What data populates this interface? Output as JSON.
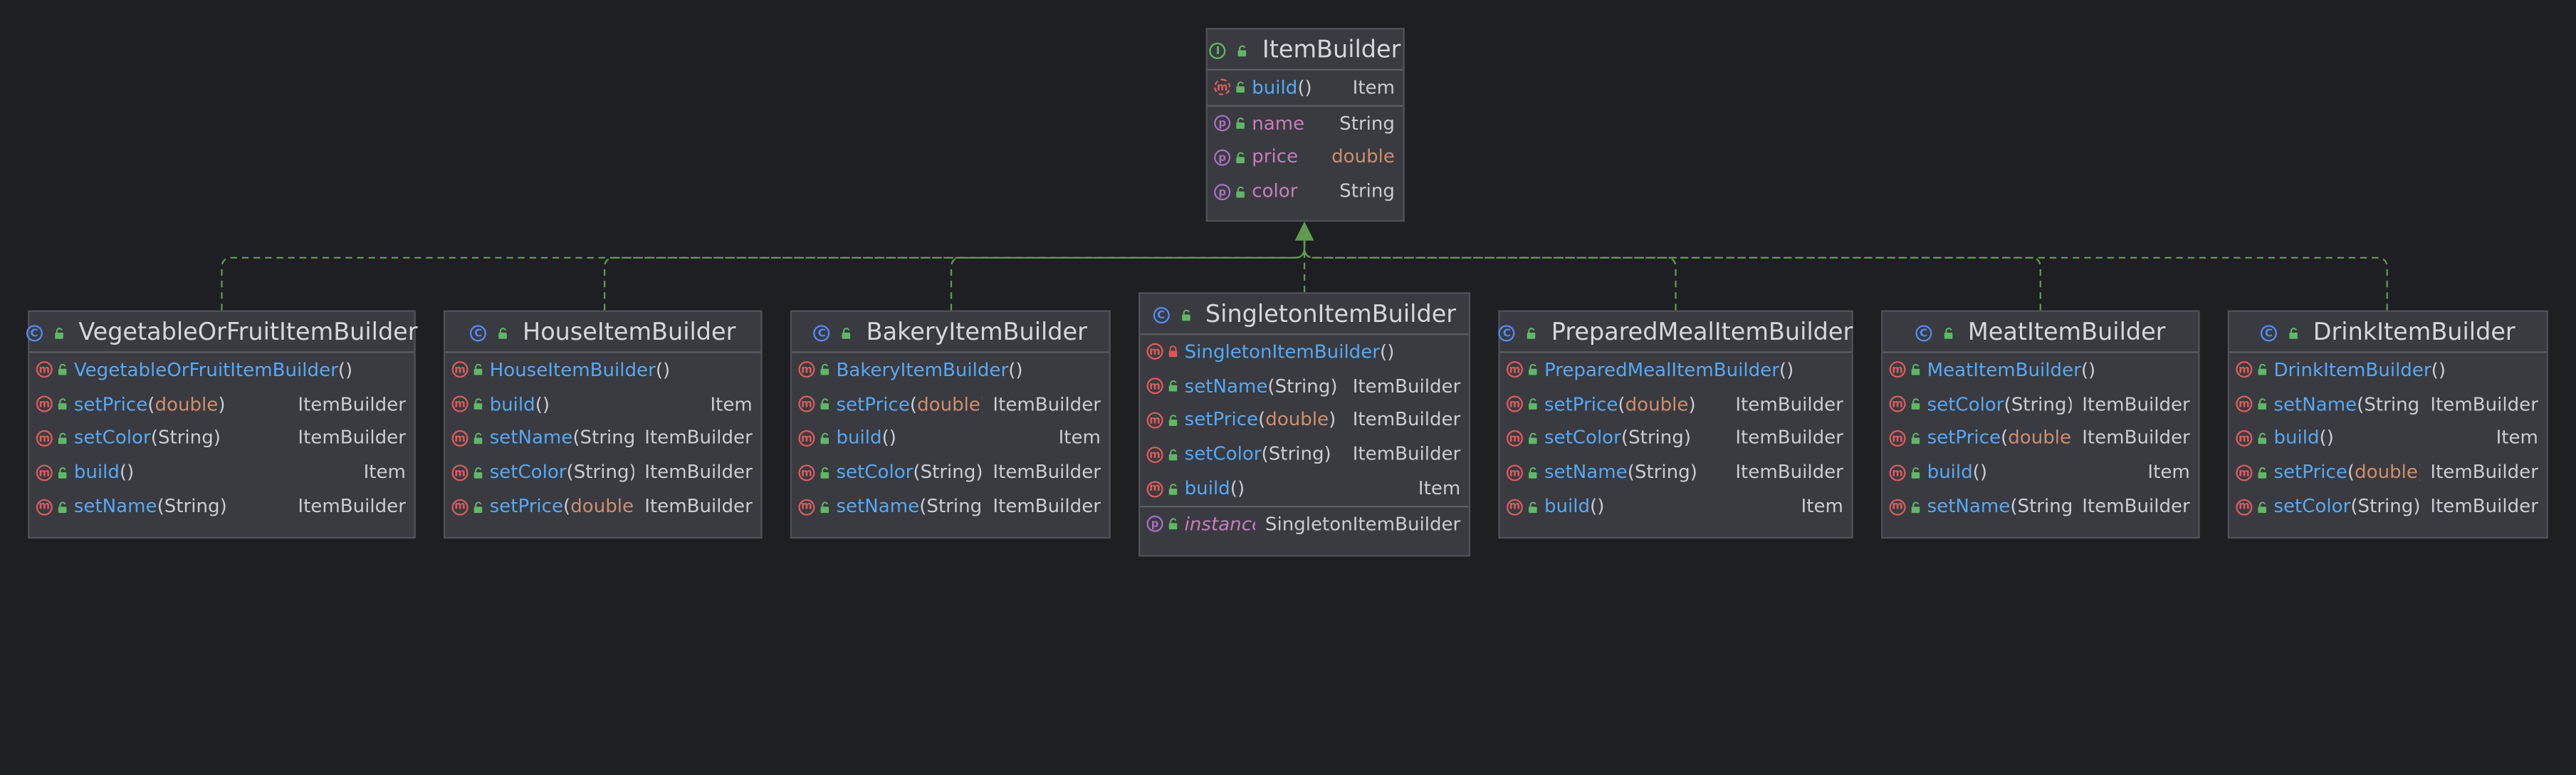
{
  "diagram": {
    "interface": {
      "name": "ItemBuilder",
      "kind_icon": "interface-icon",
      "methods": [
        {
          "name": "build",
          "params": [],
          "returns": "Item",
          "icon": "abstract-method-icon",
          "visibility": "public-icon"
        }
      ],
      "properties": [
        {
          "name": "name",
          "type": "String",
          "icon": "property-icon",
          "visibility": "public-icon"
        },
        {
          "name": "price",
          "type": "double",
          "icon": "property-icon",
          "visibility": "public-icon"
        },
        {
          "name": "color",
          "type": "String",
          "icon": "property-icon",
          "visibility": "public-icon"
        }
      ]
    },
    "implementations": [
      {
        "name": "VegetableOrFruitItemBuilder",
        "kind_icon": "class-icon",
        "members": [
          {
            "name": "VegetableOrFruitItemBuilder",
            "params": [],
            "returns": ""
          },
          {
            "name": "setPrice",
            "params": [
              "double"
            ],
            "returns": "ItemBuilder"
          },
          {
            "name": "setColor",
            "params": [
              "String"
            ],
            "returns": "ItemBuilder"
          },
          {
            "name": "build",
            "params": [],
            "returns": "Item"
          },
          {
            "name": "setName",
            "params": [
              "String"
            ],
            "returns": "ItemBuilder"
          }
        ]
      },
      {
        "name": "HouseItemBuilder",
        "kind_icon": "class-icon",
        "members": [
          {
            "name": "HouseItemBuilder",
            "params": [],
            "returns": ""
          },
          {
            "name": "build",
            "params": [],
            "returns": "Item"
          },
          {
            "name": "setName",
            "params": [
              "String"
            ],
            "returns": "ItemBuilder"
          },
          {
            "name": "setColor",
            "params": [
              "String"
            ],
            "returns": "ItemBuilder"
          },
          {
            "name": "setPrice",
            "params": [
              "double"
            ],
            "returns": "ItemBuilder"
          }
        ]
      },
      {
        "name": "BakeryItemBuilder",
        "kind_icon": "class-icon",
        "members": [
          {
            "name": "BakeryItemBuilder",
            "params": [],
            "returns": ""
          },
          {
            "name": "setPrice",
            "params": [
              "double"
            ],
            "returns": "ItemBuilder"
          },
          {
            "name": "build",
            "params": [],
            "returns": "Item"
          },
          {
            "name": "setColor",
            "params": [
              "String"
            ],
            "returns": "ItemBuilder"
          },
          {
            "name": "setName",
            "params": [
              "String"
            ],
            "returns": "ItemBuilder"
          }
        ]
      },
      {
        "name": "SingletonItemBuilder",
        "kind_icon": "class-icon",
        "members": [
          {
            "name": "SingletonItemBuilder",
            "params": [],
            "returns": "",
            "visibility": "private-lock-icon"
          },
          {
            "name": "setName",
            "params": [
              "String"
            ],
            "returns": "ItemBuilder"
          },
          {
            "name": "setPrice",
            "params": [
              "double"
            ],
            "returns": "ItemBuilder"
          },
          {
            "name": "setColor",
            "params": [
              "String"
            ],
            "returns": "ItemBuilder"
          },
          {
            "name": "build",
            "params": [],
            "returns": "Item"
          }
        ],
        "properties": [
          {
            "name": "instance",
            "type": "SingletonItemBuilder",
            "static": true
          }
        ]
      },
      {
        "name": "PreparedMealItemBuilder",
        "kind_icon": "class-icon",
        "members": [
          {
            "name": "PreparedMealItemBuilder",
            "params": [],
            "returns": ""
          },
          {
            "name": "setPrice",
            "params": [
              "double"
            ],
            "returns": "ItemBuilder"
          },
          {
            "name": "setColor",
            "params": [
              "String"
            ],
            "returns": "ItemBuilder"
          },
          {
            "name": "setName",
            "params": [
              "String"
            ],
            "returns": "ItemBuilder"
          },
          {
            "name": "build",
            "params": [],
            "returns": "Item"
          }
        ]
      },
      {
        "name": "MeatItemBuilder",
        "kind_icon": "class-icon",
        "members": [
          {
            "name": "MeatItemBuilder",
            "params": [],
            "returns": ""
          },
          {
            "name": "setColor",
            "params": [
              "String"
            ],
            "returns": "ItemBuilder"
          },
          {
            "name": "setPrice",
            "params": [
              "double"
            ],
            "returns": "ItemBuilder"
          },
          {
            "name": "build",
            "params": [],
            "returns": "Item"
          },
          {
            "name": "setName",
            "params": [
              "String"
            ],
            "returns": "ItemBuilder"
          }
        ]
      },
      {
        "name": "DrinkItemBuilder",
        "kind_icon": "class-icon",
        "members": [
          {
            "name": "DrinkItemBuilder",
            "params": [],
            "returns": ""
          },
          {
            "name": "setName",
            "params": [
              "String"
            ],
            "returns": "ItemBuilder"
          },
          {
            "name": "build",
            "params": [],
            "returns": "Item"
          },
          {
            "name": "setPrice",
            "params": [
              "double"
            ],
            "returns": "ItemBuilder"
          },
          {
            "name": "setColor",
            "params": [
              "String"
            ],
            "returns": "ItemBuilder"
          }
        ]
      }
    ],
    "colors": {
      "background": "#1e1f22",
      "node_fill": "#393b40",
      "node_border": "#4e5157",
      "connector": "#5f9b4d",
      "method_name": "#56a8f5",
      "property_name": "#c77dbb",
      "keyword_type": "#cf8e6d",
      "text": "#c9ccd2"
    },
    "connector_style": "dashed realization arrows to interface"
  }
}
